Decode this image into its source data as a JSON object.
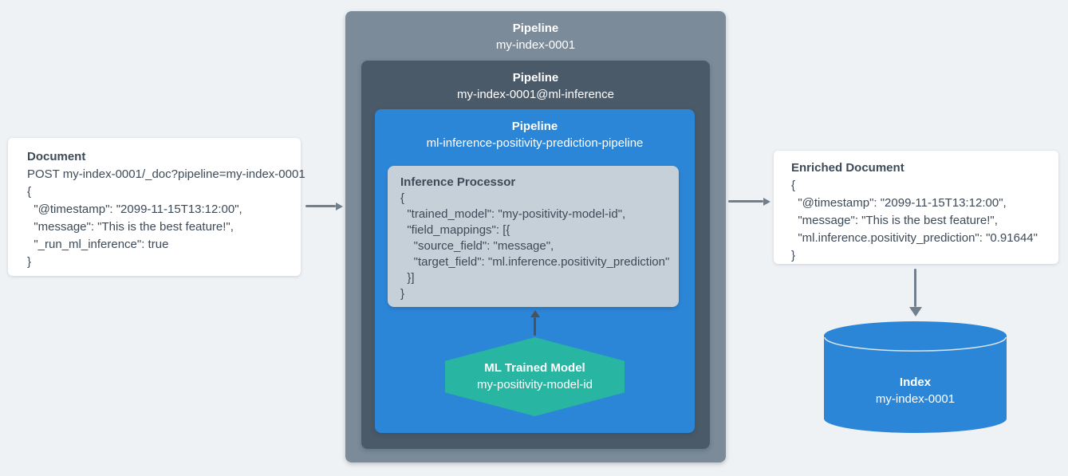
{
  "document_card": {
    "title": "Document",
    "code_lines": [
      "POST my-index-0001/_doc?pipeline=my-index-0001",
      "{",
      "  \"@timestamp\": \"2099-11-15T13:12:00\",",
      "  \"message\": \"This is the best feature!\",",
      "  \"_run_ml_inference\": true",
      "}"
    ]
  },
  "pipelines": {
    "outer": {
      "title": "Pipeline",
      "name": "my-index-0001"
    },
    "middle": {
      "title": "Pipeline",
      "name": "my-index-0001@ml-inference"
    },
    "inner": {
      "title": "Pipeline",
      "name": "ml-inference-positivity-prediction-pipeline"
    }
  },
  "inference_processor": {
    "title": "Inference Processor",
    "code_lines": [
      "{",
      "  \"trained_model\": \"my-positivity-model-id\",",
      "  \"field_mappings\": [{",
      "    \"source_field\": \"message\",",
      "    \"target_field\": \"ml.inference.positivity_prediction\"",
      "  }]",
      "}"
    ]
  },
  "ml_trained_model": {
    "title": "ML Trained Model",
    "name": "my-positivity-model-id"
  },
  "enriched_document_card": {
    "title": "Enriched Document",
    "code_lines": [
      "{",
      "  \"@timestamp\": \"2099-11-15T13:12:00\",",
      "  \"message\": \"This is the best feature!\",",
      "  \"ml.inference.positivity_prediction\": \"0.91644\"",
      "}"
    ]
  },
  "index_store": {
    "title": "Index",
    "name": "my-index-0001"
  },
  "colors": {
    "background": "#eff2f5",
    "pipeline_outer": "#7b8b99",
    "pipeline_middle": "#4b5a68",
    "pipeline_inner_blue": "#2c86d8",
    "processor_box": "#c6d0d9",
    "model_hexagon": "#28b5a1",
    "index_cylinder": "#2c86d8",
    "card_background": "#ffffff",
    "text_dark": "#3d4a57",
    "arrow_gray": "#72808d",
    "arrow_dark": "#4c5257"
  }
}
